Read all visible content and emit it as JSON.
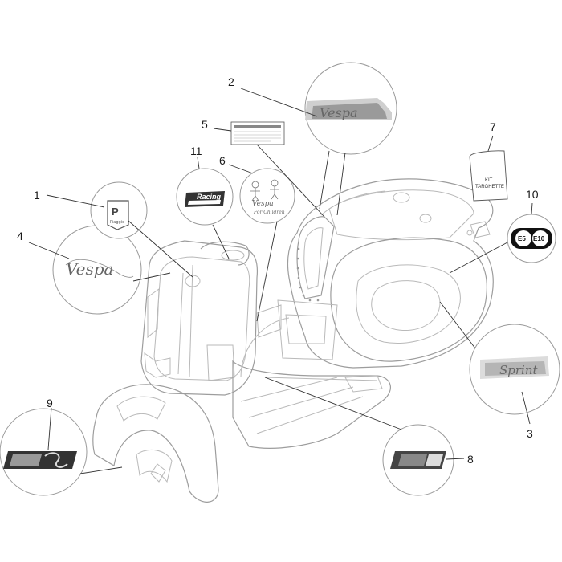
{
  "callouts": [
    {
      "n": "1"
    },
    {
      "n": "2"
    },
    {
      "n": "3"
    },
    {
      "n": "4"
    },
    {
      "n": "5"
    },
    {
      "n": "6"
    },
    {
      "n": "7"
    },
    {
      "n": "8"
    },
    {
      "n": "9"
    },
    {
      "n": "10"
    },
    {
      "n": "11"
    }
  ],
  "decals": {
    "badge_letter": "P",
    "badge_small": "Piaggio",
    "vespa_script": "Vespa",
    "sprint_script": "Sprint",
    "racing_label": "Racing",
    "kit_bag_line1": "KIT",
    "kit_bag_line2": "TARGHETTE",
    "fuel_e5": "E5",
    "fuel_e10": "E10",
    "vespa_kids": "Vespa",
    "for_children": "For Children"
  }
}
